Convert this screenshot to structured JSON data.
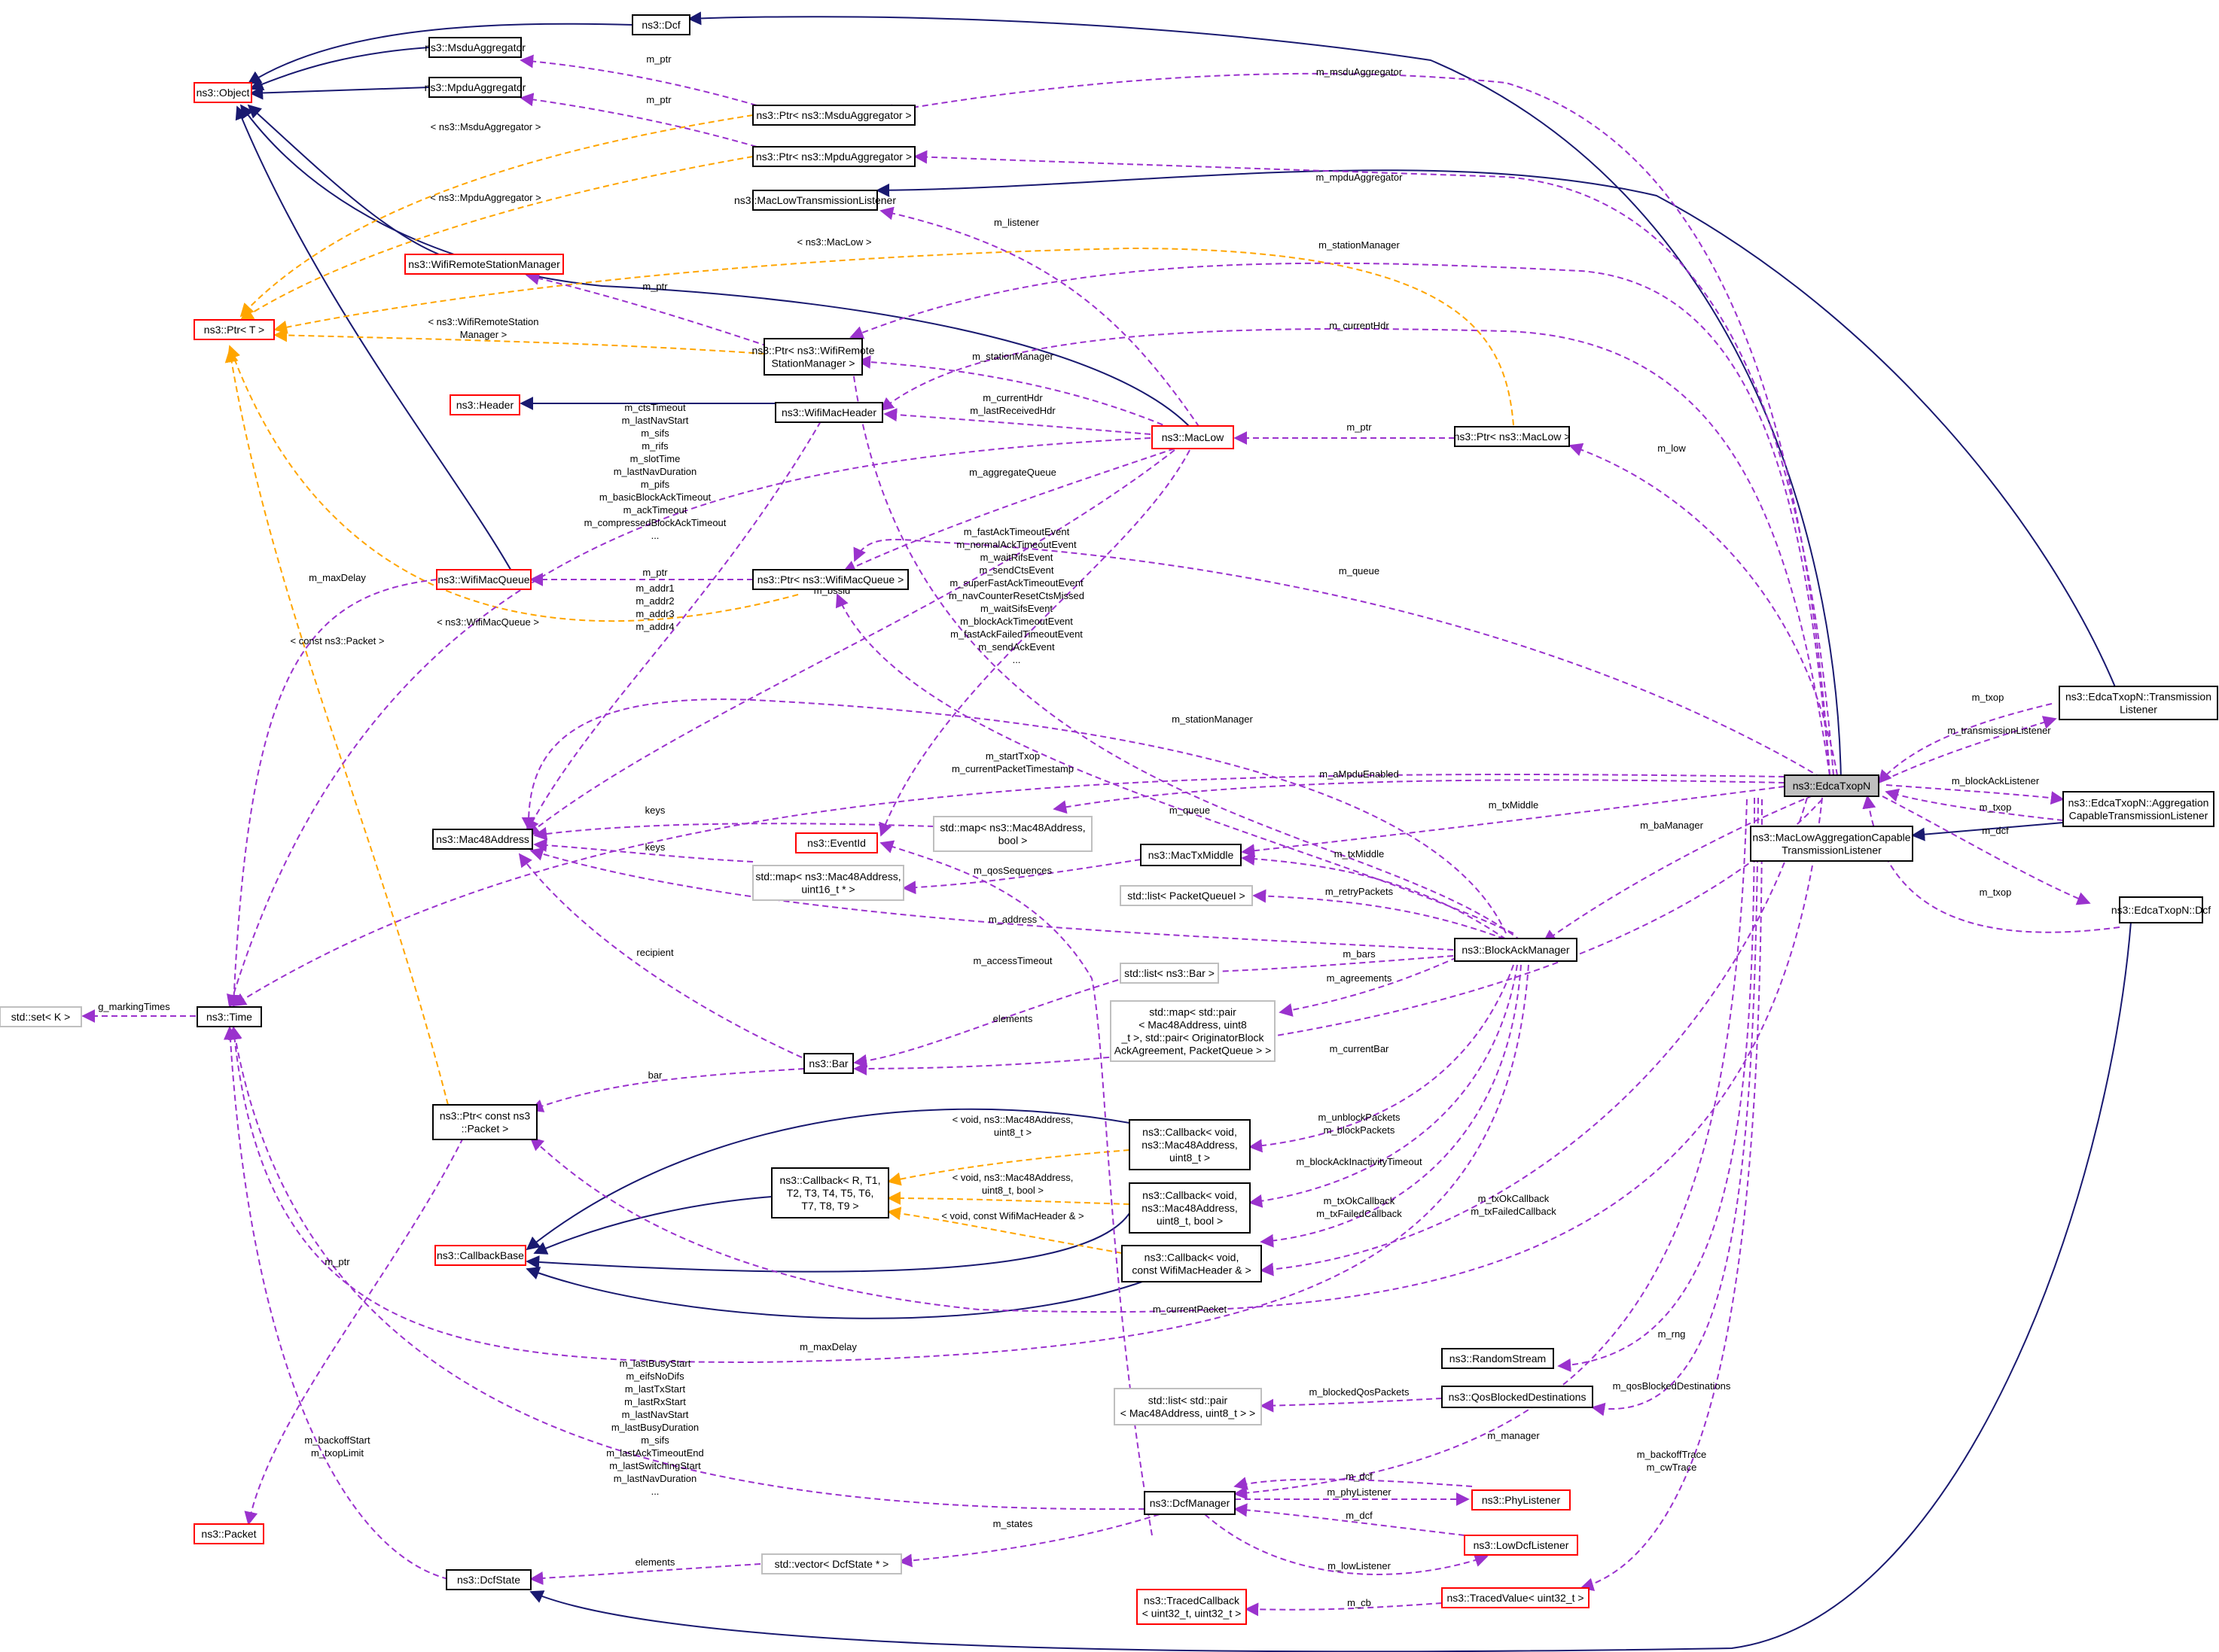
{
  "colors": {
    "inheritance": "#191970",
    "usage": "#9a32cd",
    "template": "#ffa500",
    "normal_border": "#000000",
    "red_border": "#ff0000",
    "grey_border": "#bfbfbf",
    "focus_fill": "#bfbfbf"
  },
  "nodes": {
    "dcf": [
      "ns3::Dcf"
    ],
    "msdu_agg": [
      "ns3::MsduAggregator"
    ],
    "object": [
      "ns3::Object"
    ],
    "mpdu_agg": [
      "ns3::MpduAggregator"
    ],
    "ptr_msdu": [
      "ns3::Ptr< ns3::MsduAggregator >"
    ],
    "ptr_mpdu": [
      "ns3::Ptr< ns3::MpduAggregator >"
    ],
    "mac_low_tl": [
      "ns3::MacLowTransmissionListener"
    ],
    "wrsm": [
      "ns3::WifiRemoteStationManager"
    ],
    "ptr_t": [
      "ns3::Ptr< T >"
    ],
    "ptr_wrsm": [
      "ns3::Ptr< ns3::WifiRemote",
      "StationManager >"
    ],
    "header": [
      "ns3::Header"
    ],
    "wifimacheader": [
      "ns3::WifiMacHeader"
    ],
    "maclow": [
      "ns3::MacLow"
    ],
    "ptr_maclow": [
      "ns3::Ptr< ns3::MacLow >"
    ],
    "wifimacqueue": [
      "ns3::WifiMacQueue"
    ],
    "ptr_wmq": [
      "ns3::Ptr< ns3::WifiMacQueue >"
    ],
    "edca": [
      "ns3::EdcaTxopN"
    ],
    "edca_tl": [
      "ns3::EdcaTxopN::Transmission",
      "Listener"
    ],
    "edca_agtl": [
      "ns3::EdcaTxopN::Aggregation",
      "CapableTransmissionListener"
    ],
    "mlatl": [
      "ns3::MacLowAggregationCapable",
      "TransmissionListener"
    ],
    "edca_dcf": [
      "ns3::EdcaTxopN::Dcf"
    ],
    "mac48": [
      "ns3::Mac48Address"
    ],
    "eventid": [
      "ns3::EventId"
    ],
    "map_bool": [
      "std::map< ns3::Mac48Address,",
      "bool >"
    ],
    "map_uint16": [
      "std::map< ns3::Mac48Address,",
      "uint16_t * >"
    ],
    "mactxmiddle": [
      "ns3::MacTxMiddle"
    ],
    "list_pq": [
      "std::list< PacketQueueI >"
    ],
    "blockack": [
      "ns3::BlockAckManager"
    ],
    "list_bar": [
      "std::list< ns3::Bar >"
    ],
    "map_pair": [
      "std::map< std::pair",
      "< Mac48Address, uint8",
      "_t >, std::pair< OriginatorBlock",
      "AckAgreement, PacketQueue > >"
    ],
    "set_k": [
      "std::set< K >"
    ],
    "time": [
      "ns3::Time"
    ],
    "bar": [
      "ns3::Bar"
    ],
    "ptr_packet": [
      "ns3::Ptr< const ns3",
      "::Packet >"
    ],
    "cb_generic": [
      "ns3::Callback< R, T1,",
      "T2, T3, T4, T5, T6,",
      "T7, T8, T9 >"
    ],
    "cb_mac_u8": [
      "ns3::Callback< void,",
      "ns3::Mac48Address,",
      "uint8_t >"
    ],
    "cb_mac_u8_b": [
      "ns3::Callback< void,",
      "ns3::Mac48Address,",
      "uint8_t, bool >"
    ],
    "callbackbase": [
      "ns3::CallbackBase"
    ],
    "cb_hdr": [
      "ns3::Callback< void,",
      "const WifiMacHeader & >"
    ],
    "randomstream": [
      "ns3::RandomStream"
    ],
    "qosblocked": [
      "ns3::QosBlockedDestinations"
    ],
    "list_pair": [
      "std::list< std::pair",
      "< Mac48Address, uint8_t > >"
    ],
    "packet": [
      "ns3::Packet"
    ],
    "dcfmanager": [
      "ns3::DcfManager"
    ],
    "phylistener": [
      "ns3::PhyListener"
    ],
    "lowdcflistener": [
      "ns3::LowDcfListener"
    ],
    "vector_dcf": [
      "std::vector< DcfState * >"
    ],
    "dcfstate": [
      "ns3::DcfState"
    ],
    "tracedcb": [
      "ns3::TracedCallback",
      "< uint32_t, uint32_t >"
    ],
    "tracedvalue": [
      "ns3::TracedValue< uint32_t >"
    ]
  },
  "edge_labels": {
    "msdu_ptr": [
      "m_ptr"
    ],
    "mpdu_ptr": [
      "m_ptr"
    ],
    "m_msduAggregator": [
      "m_msduAggregator"
    ],
    "m_mpduAggregator": [
      "m_mpduAggregator"
    ],
    "tpl_msdu": [
      "< ns3::MsduAggregator >"
    ],
    "tpl_mpdu": [
      "< ns3::MpduAggregator >"
    ],
    "tpl_maclow": [
      "< ns3::MacLow >"
    ],
    "m_stationManager_top": [
      "m_stationManager"
    ],
    "m_listener": [
      "m_listener"
    ],
    "wrsm_ptr": [
      "m_ptr"
    ],
    "tpl_wrsm": [
      "< ns3::WifiRemoteStation",
      "Manager >"
    ],
    "m_currentHdr_top": [
      "m_currentHdr"
    ],
    "m_stationManager_low": [
      "m_stationManager"
    ],
    "m_currentHdr_low": [
      "m_currentHdr",
      "m_lastReceivedHdr"
    ],
    "maclow_ptr": [
      "m_ptr"
    ],
    "m_low": [
      "m_low"
    ],
    "time_list": [
      "m_ctsTimeout",
      "m_lastNavStart",
      "m_sifs",
      "m_rifs",
      "m_slotTime",
      "m_lastNavDuration",
      "m_pifs",
      "m_basicBlockAckTimeout",
      "m_ackTimeout",
      "m_compressedBlockAckTimeout",
      "..."
    ],
    "m_aggregateQueue": [
      "m_aggregateQueue"
    ],
    "event_list": [
      "m_fastAckTimeoutEvent",
      "m_normalAckTimeoutEvent",
      "m_waitRifsEvent",
      "m_sendCtsEvent",
      "m_superFastAckTimeoutEvent",
      "m_navCounterResetCtsMissed",
      "m_waitSifsEvent",
      "m_blockAckTimeoutEvent",
      "m_fastAckFailedTimeoutEvent",
      "m_sendAckEvent",
      "..."
    ],
    "m_queue_top": [
      "m_queue"
    ],
    "m_maxDelay_top": [
      "m_maxDelay"
    ],
    "wmq_ptr": [
      "m_ptr"
    ],
    "addr_list": [
      "m_addr1",
      "m_addr2",
      "m_addr3",
      "m_addr4"
    ],
    "self_bssid": [
      "m_self",
      "m_bssid"
    ],
    "tpl_wmq": [
      "< ns3::WifiMacQueue >"
    ],
    "tpl_packet": [
      "< const ns3::Packet >"
    ],
    "m_txop_a": [
      "m_txop"
    ],
    "m_transmissionListener": [
      "m_transmissionListener"
    ],
    "m_stationManager_mid": [
      "m_stationManager"
    ],
    "start_txop": [
      "m_startTxop",
      "m_currentPacketTimestamp"
    ],
    "m_aMpduEnabled": [
      "m_aMpduEnabled"
    ],
    "m_blockAckListener": [
      "m_blockAckListener"
    ],
    "m_txop_b": [
      "m_txop"
    ],
    "keys_a": [
      "keys"
    ],
    "m_queue_mid": [
      "m_queue"
    ],
    "m_txMiddle_a": [
      "m_txMiddle"
    ],
    "m_baManager": [
      "m_baManager"
    ],
    "m_dcf": [
      "m_dcf"
    ],
    "keys_b": [
      "keys"
    ],
    "m_qosSequences": [
      "m_qosSequences"
    ],
    "m_txMiddle_b": [
      "m_txMiddle"
    ],
    "m_txop_c": [
      "m_txop"
    ],
    "m_retryPackets": [
      "m_retryPackets"
    ],
    "m_address": [
      "m_address"
    ],
    "m_accessTimeout": [
      "m_accessTimeout"
    ],
    "m_bars": [
      "m_bars"
    ],
    "recipient": [
      "recipient"
    ],
    "m_agreements": [
      "m_agreements"
    ],
    "g_markingTimes": [
      "g_markingTimes"
    ],
    "elements_bar": [
      "elements"
    ],
    "m_currentBar": [
      "m_currentBar"
    ],
    "bar_lbl": [
      "bar"
    ],
    "tpl_cb1": [
      "< void, ns3::Mac48Address,",
      "uint8_t >"
    ],
    "unblock": [
      "m_unblockPackets",
      "m_blockPackets"
    ],
    "tpl_cb2": [
      "< void, ns3::Mac48Address,",
      "uint8_t, bool >"
    ],
    "m_blockAckInactivityTimeout": [
      "m_blockAckInactivityTimeout"
    ],
    "tpl_cb3": [
      "< void, const WifiMacHeader & >"
    ],
    "txok_a": [
      "m_txOkCallback",
      "m_txFailedCallback"
    ],
    "txok_b": [
      "m_txOkCallback",
      "m_txFailedCallback"
    ],
    "ptr_lbl_packet": [
      "m_ptr"
    ],
    "m_currentPacket": [
      "m_currentPacket"
    ],
    "m_rng": [
      "m_rng"
    ],
    "m_maxDelay_low": [
      "m_maxDelay"
    ],
    "m_qosBlockedDestinations": [
      "m_qosBlockedDestinations"
    ],
    "m_blockedQosPackets": [
      "m_blockedQosPackets"
    ],
    "dcf_time_list": [
      "m_lastBusyStart",
      "m_eifsNoDifs",
      "m_lastTxStart",
      "m_lastRxStart",
      "m_lastNavStart",
      "m_lastBusyDuration",
      "m_sifs",
      "m_lastAckTimeoutEnd",
      "m_lastSwitchingStart",
      "m_lastNavDuration",
      "..."
    ],
    "backoff_start": [
      "m_backoffStart",
      "m_txopLimit"
    ],
    "m_manager": [
      "m_manager"
    ],
    "m_dcf_phy": [
      "m_dcf"
    ],
    "m_phyListener": [
      "m_phyListener"
    ],
    "backoff_trace": [
      "m_backoffTrace",
      "m_cwTrace"
    ],
    "m_dcf_low": [
      "m_dcf"
    ],
    "m_states": [
      "m_states"
    ],
    "elements_dcf": [
      "elements"
    ],
    "m_lowListener": [
      "m_lowListener"
    ],
    "m_cb": [
      "m_cb"
    ]
  }
}
